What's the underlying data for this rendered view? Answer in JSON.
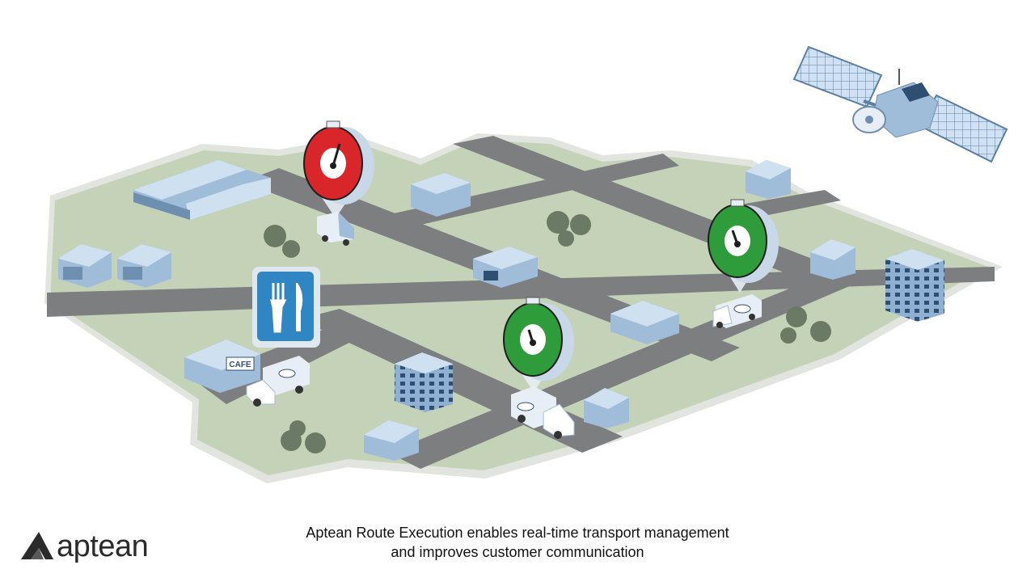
{
  "brand": {
    "name": "aptean",
    "color": "#2b2b2b"
  },
  "caption": {
    "line1": "Aptean Route Execution enables real-time transport management",
    "line2": "and improves customer communication"
  },
  "map": {
    "landmarks": {
      "cafe_sign": "CAFE"
    },
    "icons": [
      "satellite-icon",
      "stopwatch-icon",
      "restaurant-sign-icon",
      "delivery-truck-icon",
      "van-icon",
      "tree-icon",
      "house-icon",
      "warehouse-icon"
    ],
    "timers": [
      {
        "status": "late",
        "color": "#d9262b"
      },
      {
        "status": "on-time",
        "color": "#2e9c3b"
      },
      {
        "status": "on-time",
        "color": "#2e9c3b"
      }
    ]
  },
  "colors": {
    "ground": "#c4d3b8",
    "ground_edge": "#e2e4e0",
    "road": "#7d7e80",
    "building": "#9fbcd9",
    "building_dark": "#6f8fb0",
    "tree": "#6b7a64"
  }
}
